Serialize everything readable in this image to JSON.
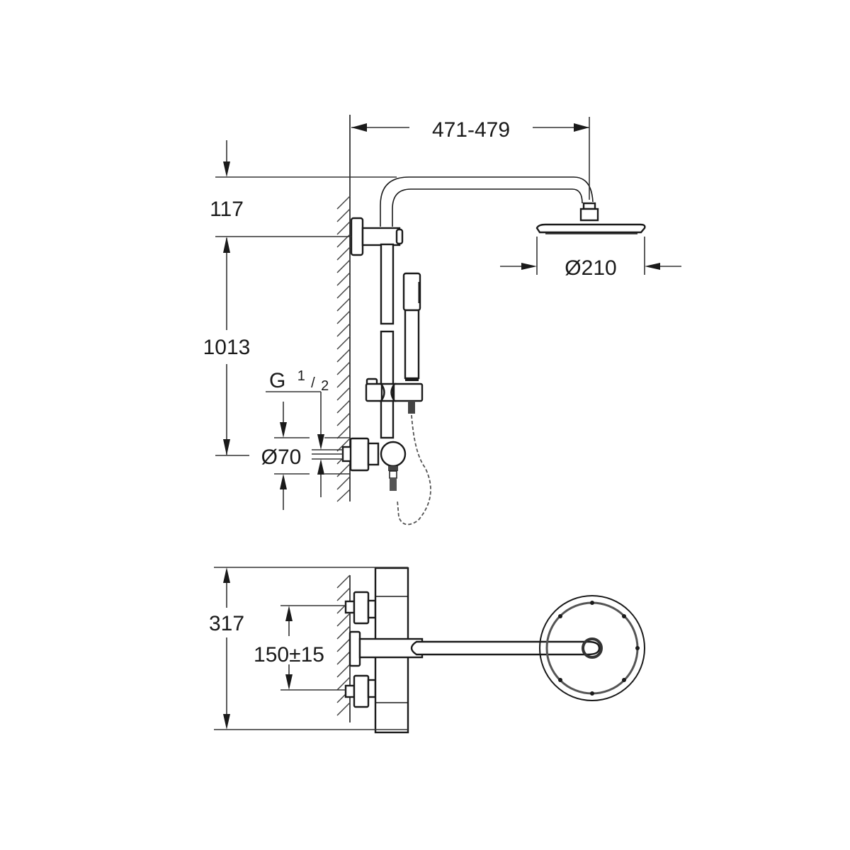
{
  "drawing": {
    "type": "technical-dimension-drawing",
    "subject": "Shower system with overhead shower, hand shower and thermostatic mixer",
    "units": "mm",
    "colors": {
      "line": "#1a1a1a",
      "background": "#ffffff"
    },
    "side_view": {
      "dimensions": {
        "arm_projection": "471-479",
        "arm_height_above_bracket": "117",
        "bracket_to_mixer_height": "1013",
        "head_diameter": "Ø210",
        "connection_thread_prefix": "G",
        "connection_thread_num": "1",
        "connection_thread_den": "2",
        "mixer_diameter": "Ø70"
      }
    },
    "top_view": {
      "dimensions": {
        "overall_width": "317",
        "inlet_centres": "150±15"
      }
    }
  }
}
